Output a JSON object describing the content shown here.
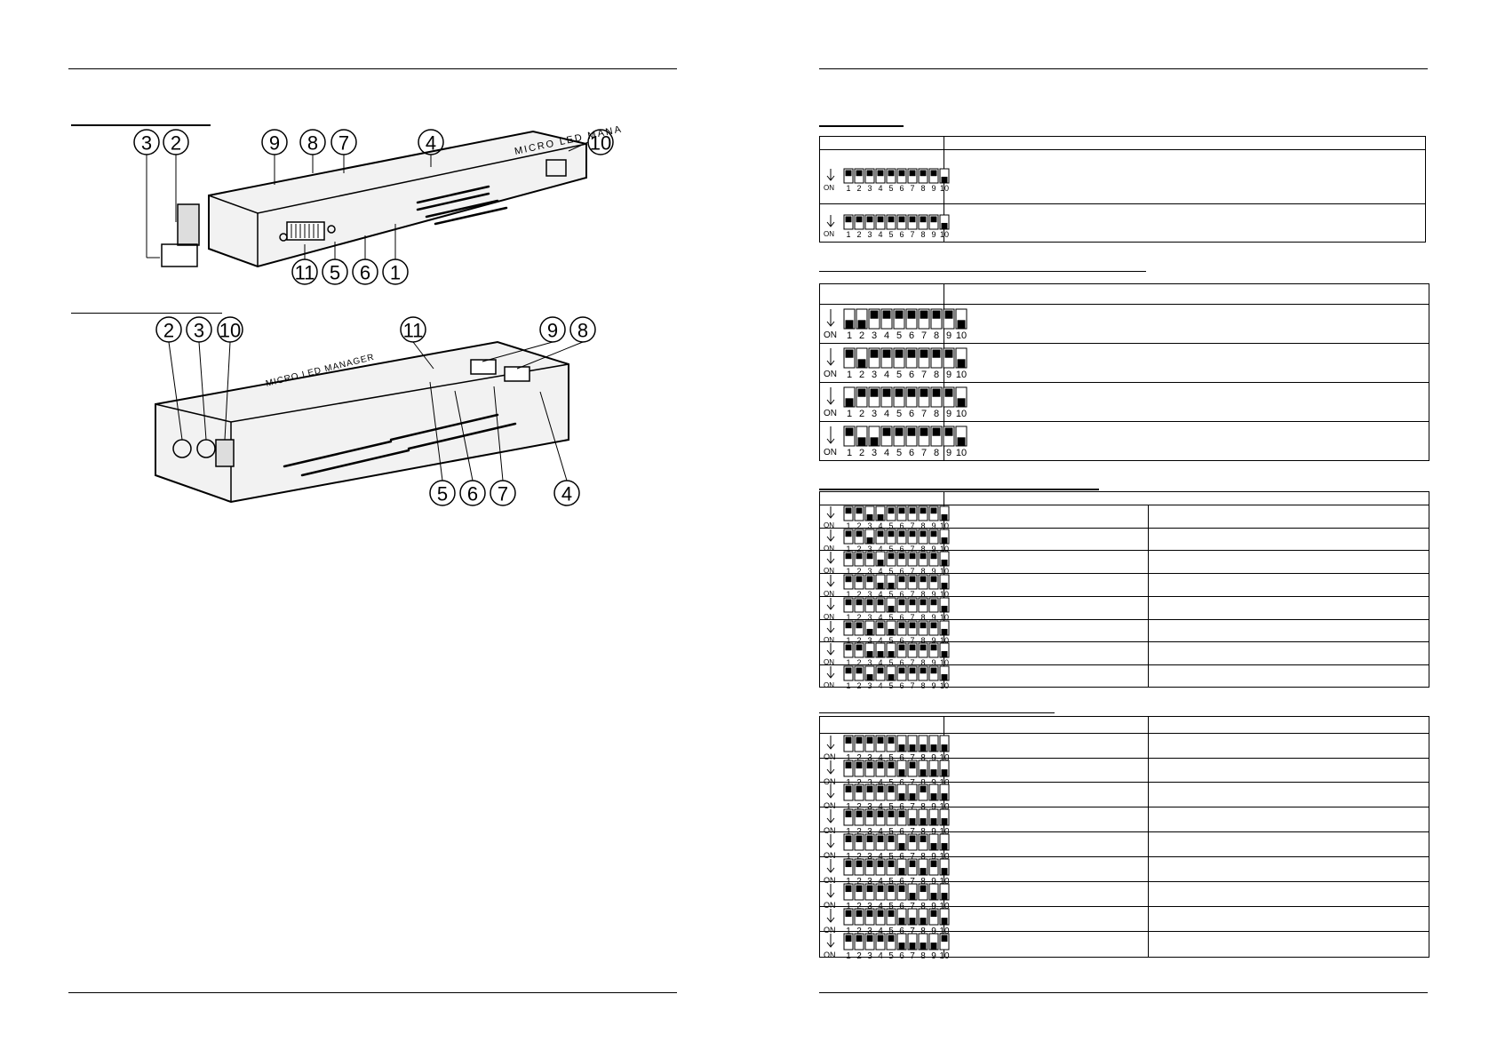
{
  "callouts": {
    "top": [
      "3",
      "2",
      "9",
      "8",
      "7",
      "4",
      "10",
      "11",
      "5",
      "6",
      "1"
    ],
    "bottom": [
      "2",
      "3",
      "10",
      "11",
      "9",
      "8",
      "5",
      "6",
      "7",
      "4"
    ]
  },
  "dip": {
    "on_label": "ON",
    "numbers": "1 2 3 4 5 6 7 8 9 10",
    "n": [
      "1",
      "2",
      "3",
      "4",
      "5",
      "6",
      "7",
      "8",
      "9",
      "10"
    ]
  },
  "device_text": {
    "brand": "MICRO LED MANAGER"
  },
  "tables": {
    "t1_on": [
      [
        10
      ],
      [
        10
      ]
    ],
    "t2_on": [
      [
        1,
        2,
        10
      ],
      [
        2,
        10
      ],
      [
        1,
        10
      ],
      [
        2,
        3,
        10
      ]
    ],
    "t3_on": [
      [
        3,
        4,
        10
      ],
      [
        3,
        10
      ],
      [
        4,
        10
      ],
      [
        4,
        5,
        10
      ],
      [
        5,
        10
      ],
      [
        3,
        5,
        10
      ],
      [
        3,
        4,
        5,
        10
      ],
      [
        3,
        5,
        10
      ]
    ],
    "t4_on": [
      [
        6,
        7,
        8,
        9,
        10
      ],
      [
        6,
        8,
        9,
        10
      ],
      [
        6,
        7,
        9,
        10
      ],
      [
        7,
        8,
        9,
        10
      ],
      [
        6,
        9,
        10
      ],
      [
        6,
        8,
        10
      ],
      [
        7,
        9,
        10
      ],
      [
        6,
        7,
        8,
        10
      ],
      [
        6,
        7,
        8,
        9
      ]
    ]
  },
  "colors": {
    "ink": "#000000",
    "paper": "#ffffff",
    "device_fill": "#f2f2f2"
  }
}
